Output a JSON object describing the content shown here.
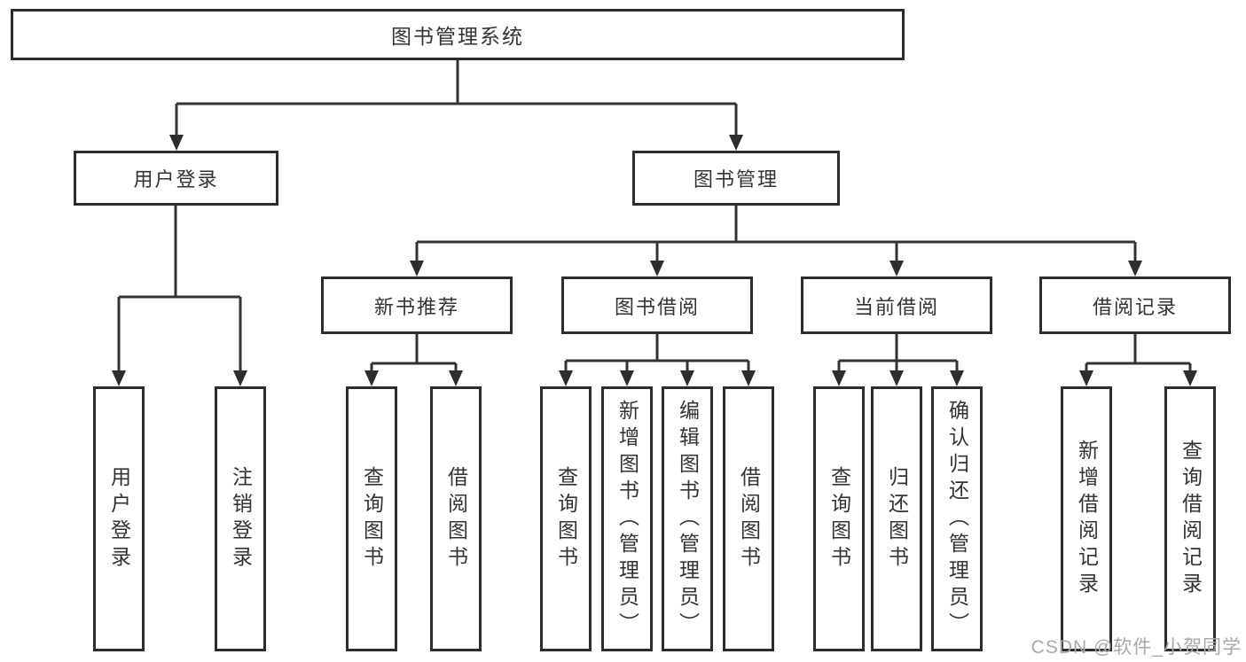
{
  "tree": {
    "root": {
      "label": "图书管理系统",
      "children": [
        {
          "label": "用户登录",
          "children": [
            {
              "label": "用户登录"
            },
            {
              "label": "注销登录"
            }
          ]
        },
        {
          "label": "图书管理",
          "children": [
            {
              "label": "新书推荐",
              "children": [
                {
                  "label": "查询图书"
                },
                {
                  "label": "借阅图书"
                }
              ]
            },
            {
              "label": "图书借阅",
              "children": [
                {
                  "label": "查询图书"
                },
                {
                  "label": "新增图书（管理员）"
                },
                {
                  "label": "编辑图书（管理员）"
                },
                {
                  "label": "借阅图书"
                }
              ]
            },
            {
              "label": "当前借阅",
              "children": [
                {
                  "label": "查询图书"
                },
                {
                  "label": "归还图书"
                },
                {
                  "label": "确认归还（管理员）"
                }
              ]
            },
            {
              "label": "借阅记录",
              "children": [
                {
                  "label": "新增借阅记录"
                },
                {
                  "label": "查询借阅记录"
                }
              ]
            }
          ]
        }
      ]
    }
  },
  "watermark": {
    "text": "CSDN @软件_小贺同学"
  },
  "colors": {
    "line": "#333333",
    "box_border": "#2d2d2d",
    "text": "#333333",
    "watermark": "#a8a8a8",
    "background": "#ffffff"
  }
}
